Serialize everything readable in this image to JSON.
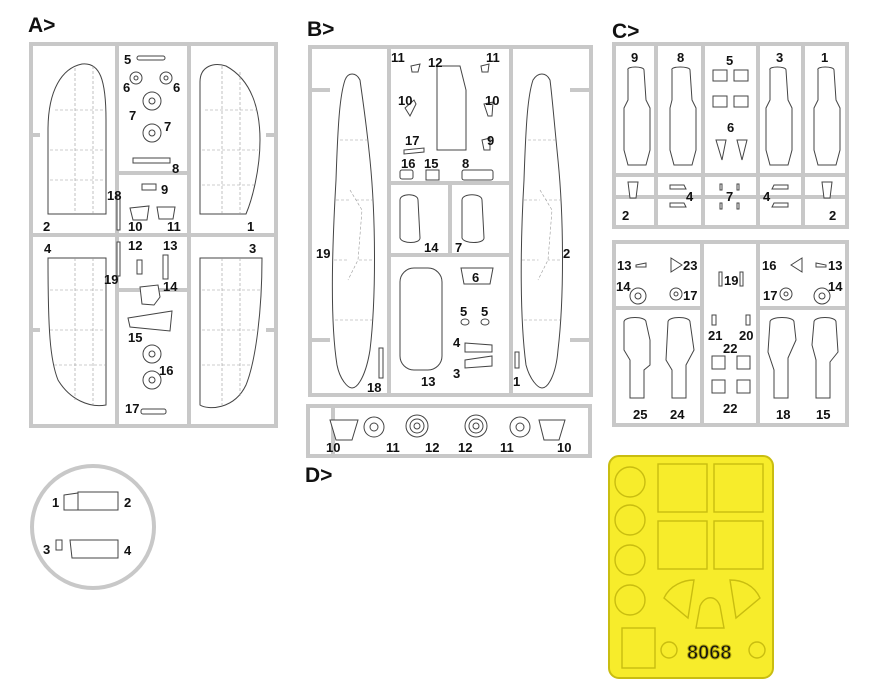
{
  "colors": {
    "sprue": "#c8c8c8",
    "part_fill": "#ffffff",
    "part_line": "#444444",
    "mask_yellow": "#f7ec2b",
    "mask_edge": "#c9bd10",
    "text": "#111111"
  },
  "sections": {
    "A": {
      "title": "A>",
      "labels": {
        "n1": "1",
        "n2": "2",
        "n3": "3",
        "n4": "4",
        "n5": "5",
        "n6a": "6",
        "n6b": "6",
        "n7a": "7",
        "n7b": "7",
        "n8": "8",
        "n9": "9",
        "n10": "10",
        "n11": "11",
        "n12": "12",
        "n13": "13",
        "n14": "14",
        "n15": "15",
        "n16": "16",
        "n17": "17",
        "n18": "18",
        "n19": "19"
      }
    },
    "B": {
      "title": "B>",
      "labels": {
        "n1": "1",
        "n2": "2",
        "n3": "3",
        "n4": "4",
        "n5a": "5",
        "n5b": "5",
        "n6": "6",
        "n7": "7",
        "n8": "8",
        "n9": "9",
        "n10a": "10",
        "n10b": "10",
        "n11a": "11",
        "n11b": "11",
        "n12": "12",
        "n13": "13",
        "n14": "14",
        "n15": "15",
        "n16": "16",
        "n17": "17",
        "n18": "18",
        "n19": "19"
      }
    },
    "C": {
      "title": "C>",
      "labels": {
        "n9": "9",
        "n8": "8",
        "n5": "5",
        "n3": "3",
        "n1": "1",
        "n6": "6",
        "n2a": "2",
        "n4a": "4",
        "n7": "7",
        "n4b": "4",
        "n2b": "2",
        "n13a": "13",
        "n23": "23",
        "n19": "19",
        "n16": "16",
        "n13b": "13",
        "n14a": "14",
        "n17a": "17",
        "n17b": "17",
        "n14b": "14",
        "n21": "21",
        "n20": "20",
        "n22a": "22",
        "n22b": "22",
        "n25": "25",
        "n24": "24",
        "n18": "18",
        "n15": "15"
      }
    },
    "D": {
      "title": "D>",
      "labels": {
        "n10a": "10",
        "n11a": "11",
        "n12a": "12",
        "n12b": "12",
        "n11b": "11",
        "n10b": "10"
      }
    },
    "detail": {
      "labels": {
        "n1": "1",
        "n2": "2",
        "n3": "3",
        "n4": "4"
      }
    },
    "mask": {
      "code": "8068"
    }
  }
}
